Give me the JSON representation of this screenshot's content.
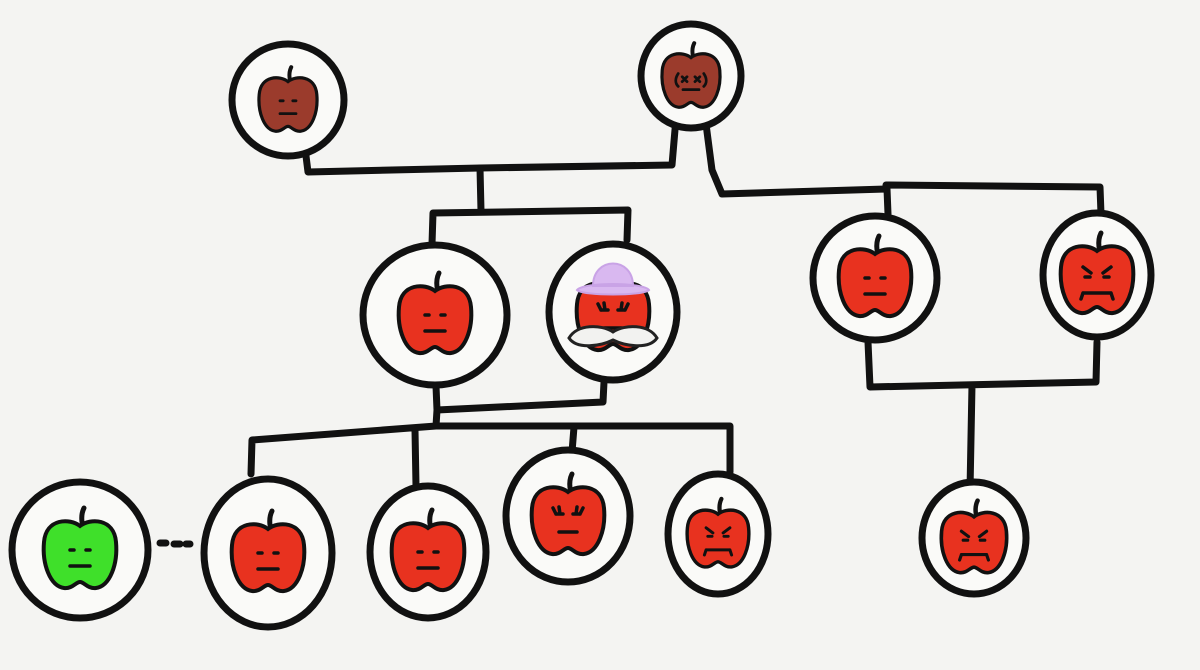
{
  "colors": {
    "background": "#f4f4f2",
    "line": "#111111",
    "elder_apple": "#9b3b2c",
    "apple": "#e8321f",
    "green_apple": "#3fe02a",
    "hat": "#d9b8f0"
  },
  "nodes": [
    {
      "id": "grandparent-left",
      "color": "elder_apple",
      "face": "neutral"
    },
    {
      "id": "grandparent-right",
      "color": "elder_apple",
      "face": "dazed"
    },
    {
      "id": "parent-left",
      "color": "apple",
      "face": "neutral"
    },
    {
      "id": "parent-hat",
      "color": "apple",
      "face": "lashes",
      "accessories": [
        "hat-icon",
        "mustache-icon"
      ]
    },
    {
      "id": "parent-right-a",
      "color": "apple",
      "face": "neutral"
    },
    {
      "id": "parent-right-b",
      "color": "apple",
      "face": "angry"
    },
    {
      "id": "green-apple",
      "color": "green_apple",
      "face": "neutral"
    },
    {
      "id": "child-1",
      "color": "apple",
      "face": "neutral"
    },
    {
      "id": "child-2",
      "color": "apple",
      "face": "neutral"
    },
    {
      "id": "child-3",
      "color": "apple",
      "face": "lashes"
    },
    {
      "id": "child-4",
      "color": "apple",
      "face": "angry"
    },
    {
      "id": "child-right",
      "color": "apple",
      "face": "angry"
    }
  ],
  "connections": [
    {
      "parents": [
        "grandparent-left",
        "grandparent-right"
      ],
      "children": [
        "parent-left",
        "parent-hat"
      ]
    },
    {
      "parents": [
        "grandparent-right"
      ],
      "children": [
        "parent-right-a",
        "parent-right-b"
      ]
    },
    {
      "parents": [
        "parent-left",
        "parent-hat"
      ],
      "children": [
        "child-1",
        "child-2",
        "child-3",
        "child-4"
      ]
    },
    {
      "parents": [
        "parent-right-a",
        "parent-right-b"
      ],
      "children": [
        "child-right"
      ]
    },
    {
      "dotted": [
        "green-apple",
        "child-1"
      ]
    }
  ]
}
